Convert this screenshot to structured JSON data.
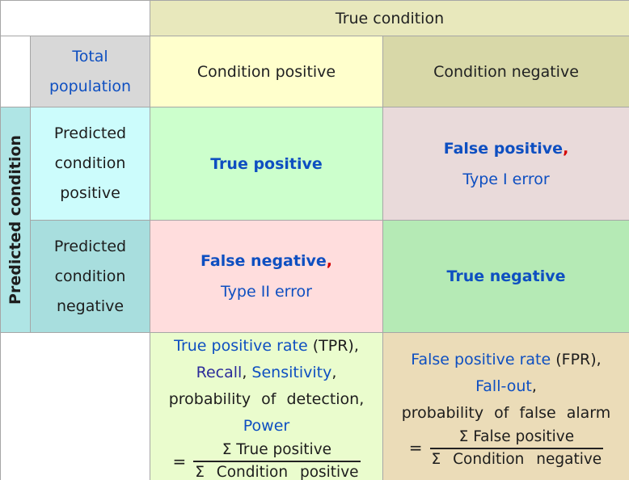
{
  "colors": {
    "link_blue": "#0e4fc1",
    "visited_purple": "#2b2b9a",
    "error_red": "#d40000",
    "border_grey": "#a6a6a6",
    "true_condition_bg": "#e8e8bc",
    "total_population_bg": "#d8d8d8",
    "condition_positive_bg": "#ffffcc",
    "condition_negative_bg": "#d8d8a8",
    "predicted_strip_bg": "#afe5e5",
    "predicted_positive_bg": "#ccfcfc",
    "predicted_negative_bg": "#a8dede",
    "true_positive_bg": "#ccffcc",
    "false_positive_bg": "#e9dada",
    "false_negative_bg": "#ffdddd",
    "true_negative_bg": "#b5eab5",
    "tpr_cell_bg": "#eafccd",
    "fpr_cell_bg": "#ebdcb8"
  },
  "headers": {
    "true_condition": "True condition",
    "total_population": "Total population",
    "condition_positive": "Condition positive",
    "condition_negative": "Condition negative",
    "predicted_condition": "Predicted condition",
    "predicted_condition_positive": "Predicted condition positive",
    "predicted_condition_negative": "Predicted condition negative"
  },
  "cells": {
    "true_positive": {
      "label": "True positive"
    },
    "false_positive": {
      "label": "False positive",
      "comma": ",",
      "sub": "Type I error"
    },
    "false_negative": {
      "label": "False negative",
      "comma": ",",
      "sub": "Type II error"
    },
    "true_negative": {
      "label": "True negative"
    }
  },
  "tpr": {
    "rate_link": "True positive rate",
    "rate_abbrev": " (TPR),",
    "recall": "Recall",
    "comma1": ", ",
    "sensitivity": "Sensitivity",
    "comma2": ",",
    "probability_line": "probability of detection,",
    "power": "Power",
    "equals": "=",
    "numerator": "Σ True positive",
    "denominator": "Σ Condition positive"
  },
  "fpr": {
    "rate_link": "False positive rate",
    "rate_abbrev": " (FPR),",
    "fallout": "Fall-out",
    "comma": ",",
    "probability_line": "probability of false alarm",
    "equals": "=",
    "numerator": "Σ False positive",
    "denominator": "Σ Condition negative"
  }
}
